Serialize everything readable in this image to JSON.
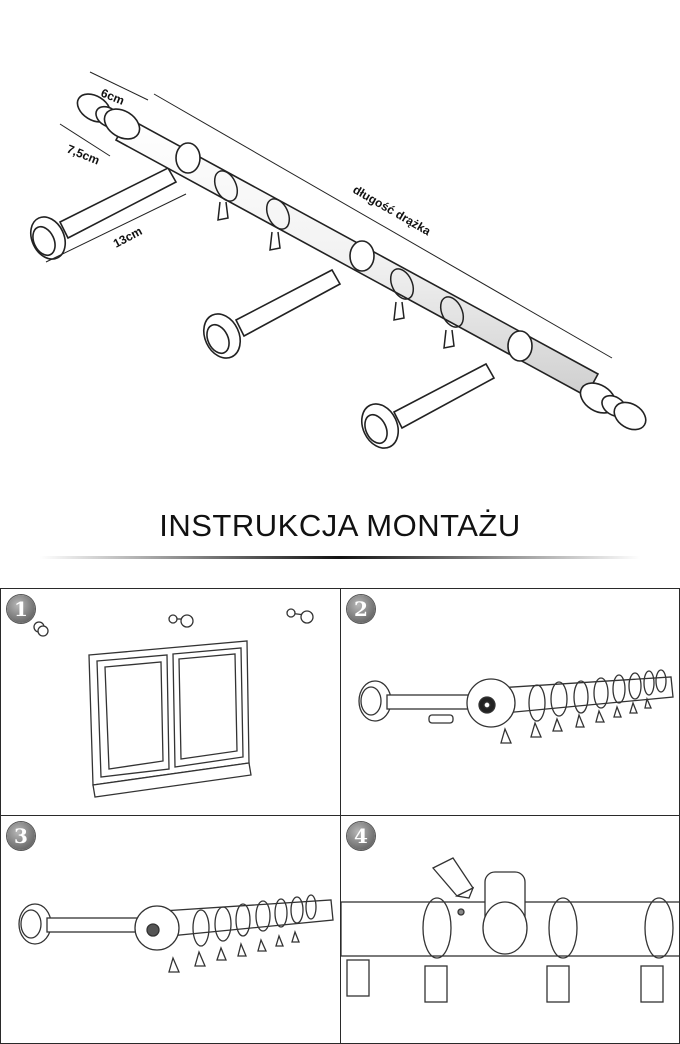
{
  "diagram": {
    "dim_finial_width": "6cm",
    "dim_finial_diameter": "7,5cm",
    "dim_bracket_depth": "13cm",
    "dim_rod_length": "długość drążka"
  },
  "title": "INSTRUKCJA MONTAŻU",
  "steps": [
    {
      "number": "1"
    },
    {
      "number": "2"
    },
    {
      "number": "3"
    },
    {
      "number": "4"
    }
  ]
}
